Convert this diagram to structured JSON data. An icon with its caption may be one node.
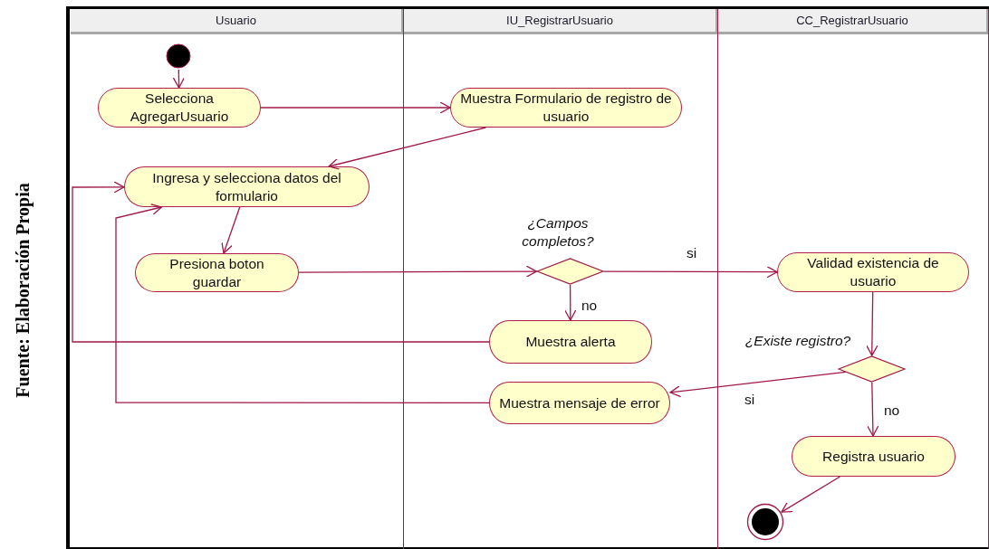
{
  "diagram": {
    "nodes": [
      {
        "text": [
          "Usuario"
        ]
      },
      {
        "text": [
          "IU_RegistrarUsuario"
        ]
      },
      {
        "text": [
          "CC_RegistrarUsuario"
        ]
      },
      {
        "text": [],
        "shape": "circle",
        "in": 0
      },
      {
        "text": [
          "Selecciona AgregarUsuario"
        ],
        "in": 0
      },
      {
        "text": [
          "Muestra Formulario de registro de usuario"
        ],
        "in": 1
      },
      {
        "text": [
          "Ingresa y selecciona datos del formulario"
        ],
        "in": 0
      },
      {
        "text": [
          "Presiona boton guardar"
        ],
        "in": 0
      },
      {
        "text": [],
        "shape": "diamond",
        "in": 1,
        "beside": [
          "¿Campos completos?"
        ]
      },
      {
        "text": [
          "Muestra alerta"
        ],
        "in": 1
      },
      {
        "text": [
          "Muestra mensaje de error"
        ],
        "in": 1
      },
      {
        "text": [
          "Validad existencia de usuario"
        ],
        "in": 2
      },
      {
        "text": [],
        "shape": "diamond",
        "in": 2,
        "beside": [
          "¿Existe registro?"
        ]
      },
      {
        "text": [
          "Registra usuario"
        ],
        "in": 2
      },
      {
        "text": [],
        "shape": "circle",
        "in": 2
      }
    ],
    "edges": [
      {
        "from": 3,
        "to": 4,
        "arrow": "to"
      },
      {
        "from": 4,
        "to": 5,
        "arrow": "to"
      },
      {
        "from": 5,
        "to": 6,
        "arrow": "to"
      },
      {
        "from": 6,
        "to": 7,
        "arrow": "to"
      },
      {
        "from": 7,
        "to": 8,
        "arrow": "to"
      },
      {
        "from": 8,
        "to": 11,
        "arrow": "to",
        "label": "si"
      },
      {
        "from": 8,
        "to": 9,
        "arrow": "to",
        "label": "no"
      },
      {
        "from": 9,
        "to": 6,
        "arrow": "to"
      },
      {
        "from": 10,
        "to": 6,
        "arrow": "to"
      },
      {
        "from": 11,
        "to": 12,
        "arrow": "to"
      },
      {
        "from": 12,
        "to": 10,
        "arrow": "to",
        "label": "si"
      },
      {
        "from": 12,
        "to": 13,
        "arrow": "to",
        "label": "no"
      },
      {
        "from": 13,
        "to": 14,
        "arrow": "to"
      }
    ],
    "labels": [
      "Fuente: Elaboración Propia"
    ]
  }
}
